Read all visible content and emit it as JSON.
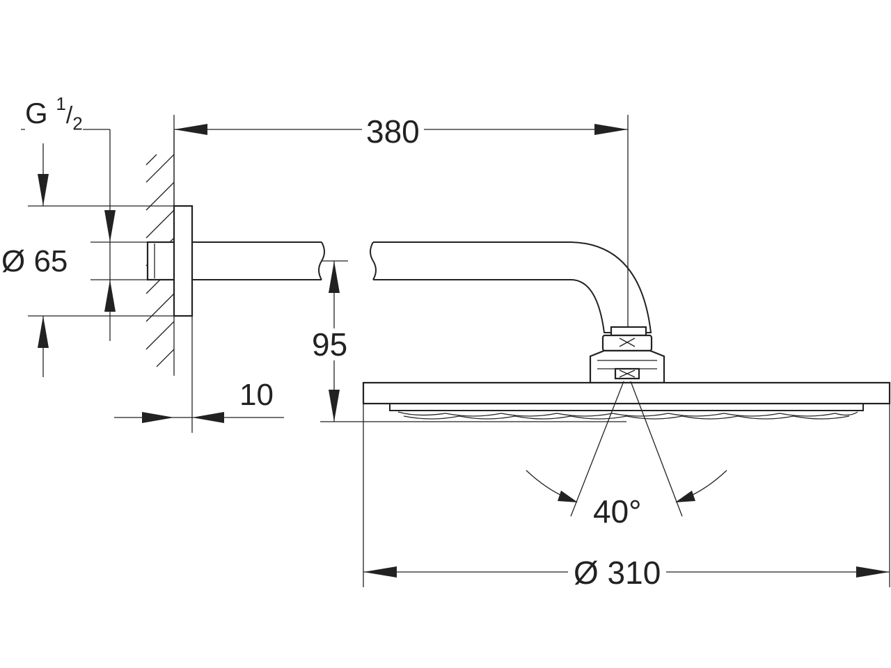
{
  "diagram": {
    "dimensions": {
      "thread": {
        "main": "G",
        "num": "1",
        "den": "2"
      },
      "projection": "380",
      "flange_diameter": "Ø 65",
      "height": "95",
      "wall_gap": "10",
      "spray_angle": "40°",
      "head_diameter": "Ø 310"
    },
    "colors": {
      "line": "#222222",
      "background": "#ffffff"
    }
  }
}
